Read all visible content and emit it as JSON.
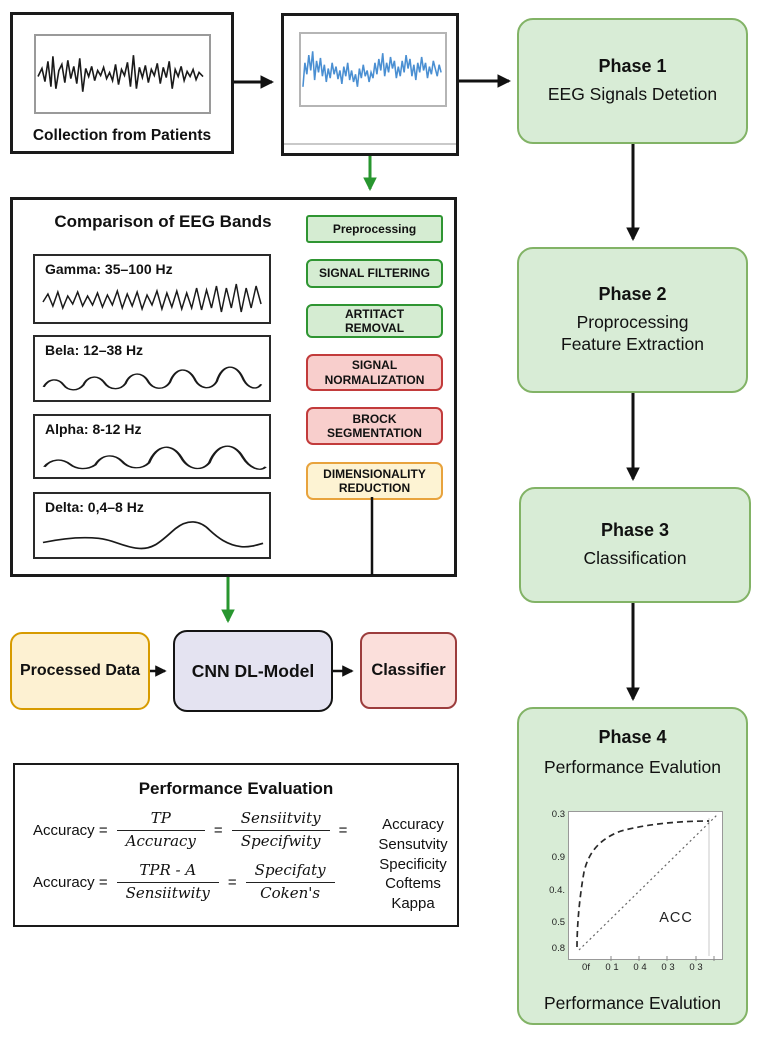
{
  "collection": {
    "label": "Collection from Patients"
  },
  "phases": {
    "phase1": {
      "title": "Phase 1",
      "subtitle": "EEG Signals Detetion"
    },
    "phase2": {
      "title": "Phase 2",
      "line1": "Proprocessing",
      "line2": "Feature Extraction"
    },
    "phase3": {
      "title": "Phase 3",
      "subtitle": "Classification"
    },
    "phase4": {
      "title": "Phase 4",
      "subtitle": "Performance Evalution",
      "footer": "Performance Evalution"
    }
  },
  "eeg_comparison": {
    "title": "Comparison of EEG Bands",
    "bands": [
      {
        "label": "Gamma: 35–100 Hz"
      },
      {
        "label": "Bela: 12–38 Hz"
      },
      {
        "label": "Alpha: 8-12 Hz"
      },
      {
        "label": "Delta: 0,4–8 Hz"
      }
    ]
  },
  "steps": [
    {
      "line1": "Preprocessing",
      "line2": ""
    },
    {
      "line1": "SIGNAL FILTERING",
      "line2": ""
    },
    {
      "line1": "ARTITACT",
      "line2": "REMOVAL"
    },
    {
      "line1": "SIGNAL",
      "line2": "NORMALIZATION"
    },
    {
      "line1": "BROCK",
      "line2": "SEGMENTATION"
    },
    {
      "line1": "DIMENSIONALITY",
      "line2": "REDUCTION"
    }
  ],
  "model_row": {
    "processed_data": "Processed Data",
    "cnn_model": "CNN DL-Model",
    "classifier": "Classifier"
  },
  "performance_evaluation": {
    "title": "Performance Evaluation",
    "rows": [
      {
        "lhs": "Accuracy =",
        "frac1_num": "TP",
        "frac1_den": "Accuracy",
        "eq": "=",
        "frac2_num": "Sensiitvity",
        "frac2_den": "Specifwity",
        "trail": "="
      },
      {
        "lhs": "Accuracy =",
        "frac1_num": "TPR - A",
        "frac1_den": "Sensiitwity",
        "eq": "=",
        "frac2_num": "Specifaty",
        "frac2_den": "Coken's",
        "trail": ""
      }
    ],
    "metrics": [
      "Accuracy",
      "Sensutvity",
      "Specificity",
      "Coftems",
      "Kappa"
    ]
  },
  "chart_data": {
    "type": "line",
    "title": "",
    "inner_label": "ACC",
    "y_ticks": [
      "0.3",
      "0.9",
      "0.4.",
      "0.5",
      "0.8"
    ],
    "x_ticks": [
      "0f",
      "0 1",
      "0 4",
      "0 3",
      "0 3"
    ],
    "grid": false,
    "legend": "none",
    "series": [
      {
        "name": "roc-curve",
        "style": "dashed",
        "x": [
          0.05,
          0.06,
          0.1,
          0.2,
          0.35,
          0.6,
          0.92
        ],
        "y": [
          0.08,
          0.4,
          0.62,
          0.8,
          0.88,
          0.93,
          0.94
        ]
      },
      {
        "name": "chance-diagonal",
        "style": "dotted",
        "x": [
          0.06,
          0.97
        ],
        "y": [
          0.05,
          0.98
        ]
      }
    ]
  },
  "colors": {
    "phase_fill": "#d8ecd6",
    "phase_border": "#82b366",
    "green_step_fill": "#d5ecd2",
    "green_step_border": "#2f9532",
    "red_step_fill": "#f8cecc",
    "red_step_border": "#c23b3b",
    "orange_step_fill": "#fdf3d3",
    "orange_step_border": "#e8a33d",
    "processed_fill": "#fdf1d2",
    "processed_border": "#d79b00",
    "cnn_fill": "#e4e3f1",
    "cnn_border": "#141414",
    "classifier_fill": "#fbdfdb",
    "classifier_border": "#9c3d3d",
    "arrow_black": "#111111",
    "arrow_green": "#28962f",
    "signal_blue": "#4a8fd2"
  }
}
